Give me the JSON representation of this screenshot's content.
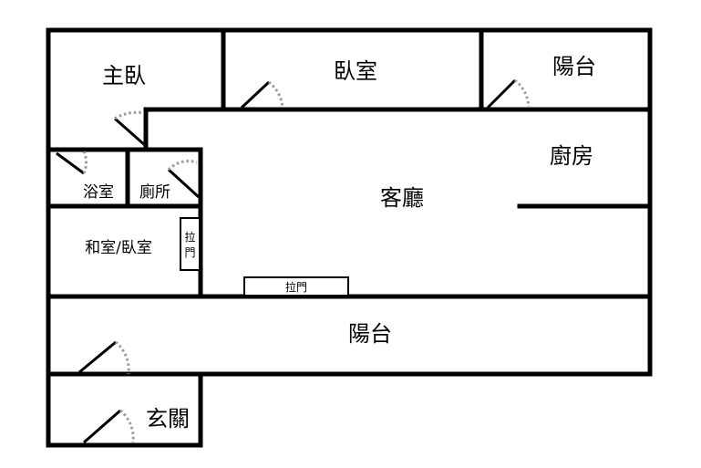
{
  "rooms": {
    "master_bedroom": "主臥",
    "bedroom": "臥室",
    "balcony_top": "陽台",
    "kitchen": "廚房",
    "living_room": "客廳",
    "bathroom": "浴室",
    "toilet": "廁所",
    "japanese_room": "和室/臥室",
    "balcony_bottom": "陽台",
    "entrance": "玄關"
  },
  "doors": {
    "sliding_door_vertical_top": "拉",
    "sliding_door_vertical_bottom": "門",
    "sliding_door_horizontal": "拉門"
  }
}
